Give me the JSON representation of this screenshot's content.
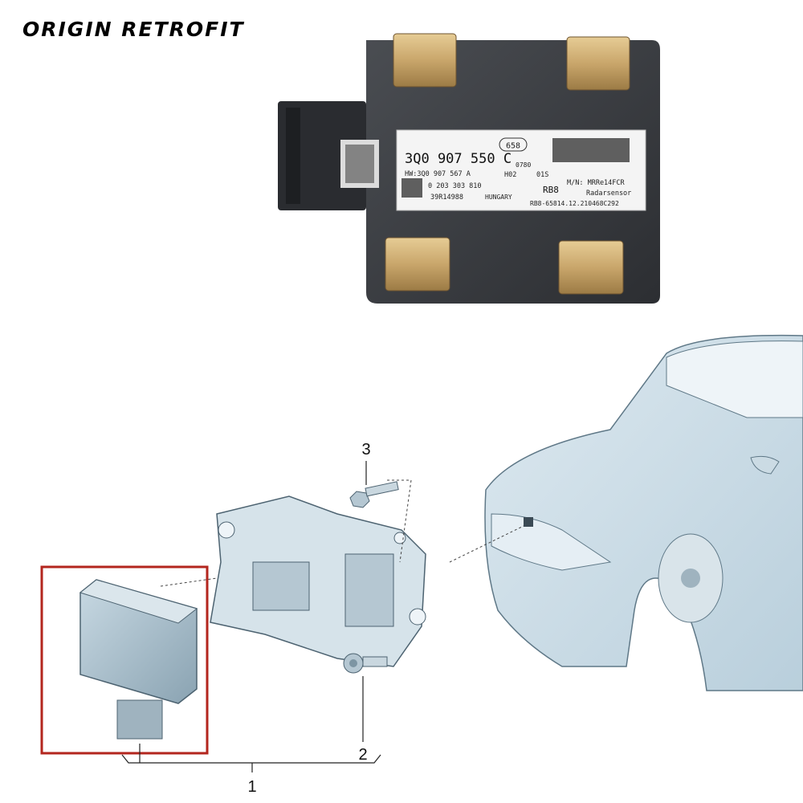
{
  "brand": {
    "text": "ORIGIN RETROFIT"
  },
  "product_label": {
    "badge": "658",
    "part_number": "3Q0 907 550 C",
    "code_0780": "0780",
    "hw": "HW:3Q0 907 567 A",
    "h02": "H02",
    "o1s": "01S",
    "mn": "M/N: MRRe14FCR",
    "bosch_no": "0 203 303 810",
    "rb8": "RB8",
    "radarsensor": "Radarsensor",
    "serial": "39R14988",
    "country": "HUNGARY",
    "rb8_code": "RB8-65814.12.210468C292"
  },
  "callouts": {
    "one": "1",
    "two": "2",
    "three": "3"
  },
  "colors": {
    "highlight_box": "#b3261e",
    "housing": "#3a3d42",
    "brass": "#c9a66b",
    "car_body": "#cfe0ea"
  }
}
